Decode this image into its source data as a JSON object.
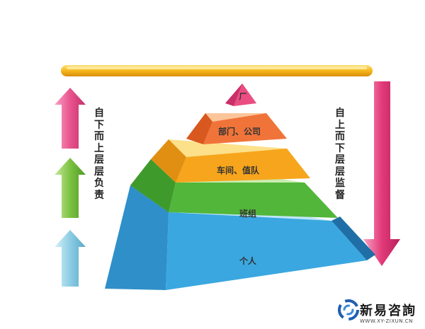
{
  "left_label": "自下而上层层负责",
  "right_label": "自上而下层层监督",
  "levels": [
    {
      "label": "厂",
      "color_front": "#ea4d82"
    },
    {
      "label": "部门、公司",
      "color_front": "#f0743a"
    },
    {
      "label": "车间、值队",
      "color_front": "#f7a21a"
    },
    {
      "label": "班组",
      "color_front": "#4fb03c"
    },
    {
      "label": "个人",
      "color_front": "#39a3dd"
    }
  ],
  "arrows_left": [
    {
      "icon": "up-arrow-icon",
      "color": "#e8548e"
    },
    {
      "icon": "up-arrow-icon",
      "color": "#6cb83a"
    },
    {
      "icon": "up-arrow-icon",
      "color": "#79c0dc"
    }
  ],
  "arrow_right": {
    "icon": "down-arrow-icon",
    "color": "#e23a7a"
  },
  "top_bar_color": "#f5b81c",
  "watermark": {
    "title": "新易咨詢",
    "url": "WWW.XY-ZIXUN.CN",
    "icon": "swirl-logo-icon"
  }
}
